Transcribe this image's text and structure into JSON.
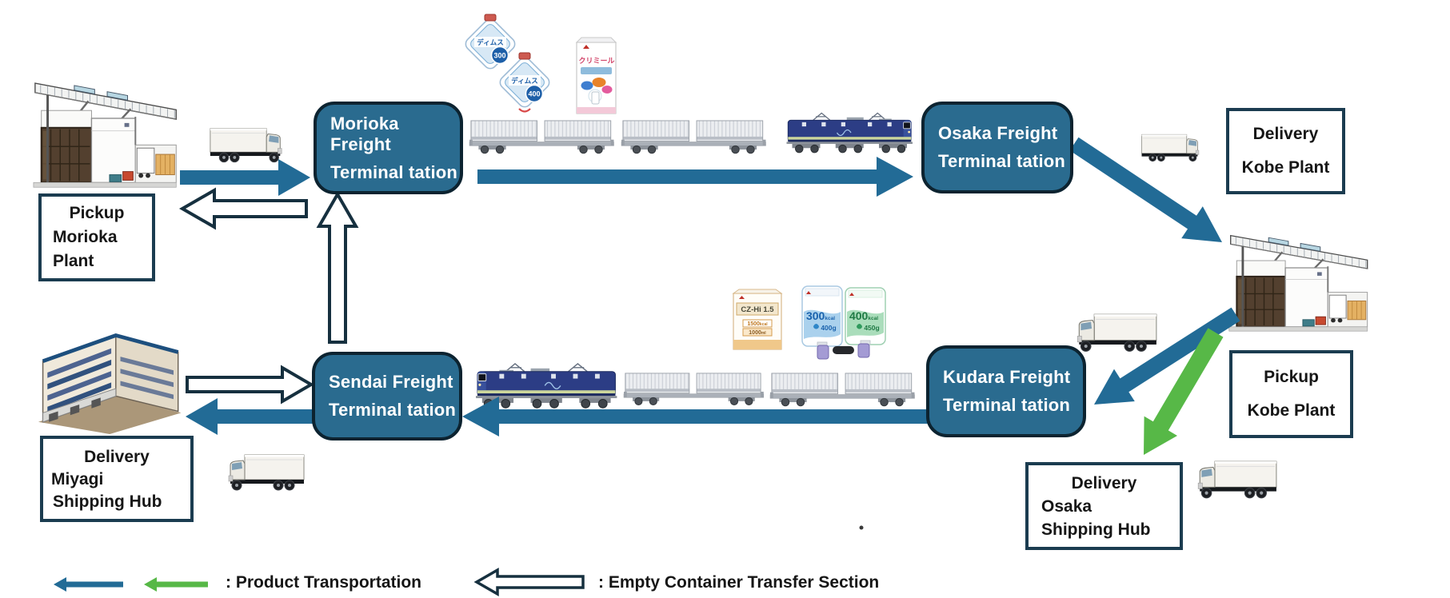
{
  "terminals": {
    "morioka": {
      "line1": "Morioka Freight",
      "line2": "Terminal tation"
    },
    "osaka": {
      "line1": "Osaka Freight",
      "line2": "Terminal tation"
    },
    "sendai": {
      "line1": "Sendai Freight",
      "line2": "Terminal tation"
    },
    "kudara": {
      "line1": "Kudara Freight",
      "line2": "Terminal tation"
    }
  },
  "locations": {
    "pickup_morioka": {
      "line1": "Pickup",
      "line2": "Morioka",
      "line3": "Plant"
    },
    "delivery_kobe": {
      "line1": "Delivery",
      "line2": "Kobe Plant"
    },
    "pickup_kobe": {
      "line1": "Pickup",
      "line2": "Kobe Plant"
    },
    "delivery_miyagi": {
      "line1": "Delivery",
      "line2": "Miyagi",
      "line3": "Shipping Hub"
    },
    "delivery_osaka": {
      "line1": "Delivery",
      "line2": "Osaka",
      "line3": "Shipping Hub"
    }
  },
  "legend": {
    "product_label": ": Product Transportation",
    "empty_label": ": Empty Container Transfer Section"
  },
  "products": {
    "dims": {
      "name": "ディムス",
      "badge_300": "300",
      "badge_400": "400"
    },
    "crimeal": {
      "name": "クリミール"
    },
    "czhi": {
      "name": "CZ-Hi 1.5",
      "kcal_label": "1500",
      "ml_label": "1000"
    },
    "pouch_blue": {
      "kcal": "300",
      "grams": "400g"
    },
    "pouch_green": {
      "kcal": "400",
      "grams": "450g"
    },
    "units": {
      "kcal": "kcal",
      "ml": "ml"
    }
  },
  "colors": {
    "terminal_fill": "#2a6b8f",
    "terminal_border": "#0c2330",
    "label_border": "#1b3c50",
    "arrow_blue": "#226b96",
    "arrow_green": "#57b847",
    "empty_arrow_outline": "#16303f",
    "locomotive_blue": "#2c3d85"
  }
}
